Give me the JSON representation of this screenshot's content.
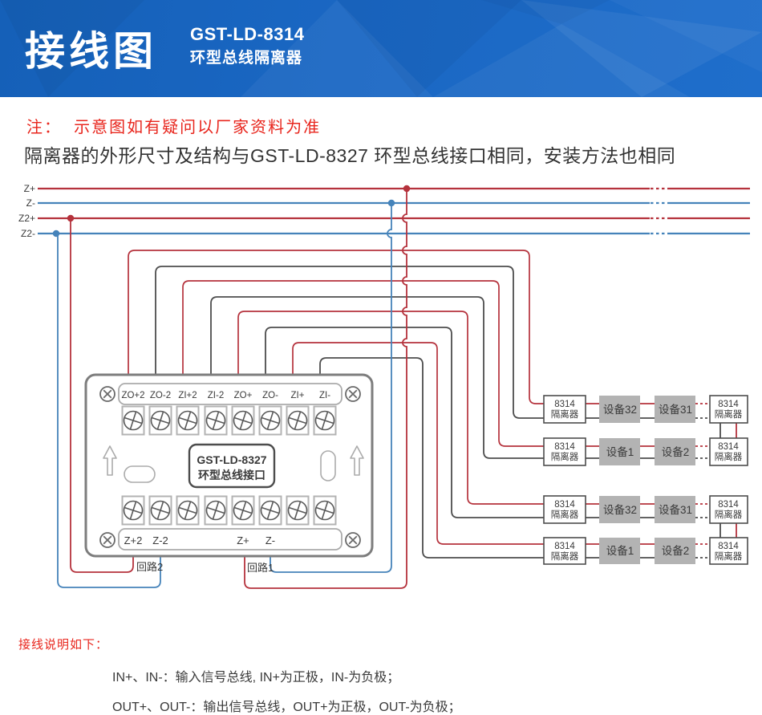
{
  "header": {
    "title": "接线图",
    "model": "GST-LD-8314",
    "subtitle": "环型总线隔离器"
  },
  "notes": {
    "warning": "注：  示意图如有疑问以厂家资料为准",
    "body": "隔离器的外形尺寸及结构与GST-LD-8327 环型总线接口相同，安装方法也相同"
  },
  "bus_labels": [
    "Z+",
    "Z-",
    "Z2+",
    "Z2-"
  ],
  "device": {
    "top_terminals": [
      "ZO+2",
      "ZO-2",
      "ZI+2",
      "ZI-2",
      "ZO+",
      "ZO-",
      "ZI+",
      "ZI-"
    ],
    "bottom_terminals": [
      "Z+2",
      "Z-2",
      "Z+",
      "Z-"
    ],
    "name_line1": "GST-LD-8327",
    "name_line2": "环型总线接口"
  },
  "loop_labels": {
    "loop2": "回路2",
    "loop1": "回路1"
  },
  "isolator": {
    "line1": "8314",
    "line2": "隔离器"
  },
  "chains": [
    {
      "devices": [
        "设备32",
        "设备31"
      ]
    },
    {
      "devices": [
        "设备1",
        "设备2"
      ]
    },
    {
      "devices": [
        "设备32",
        "设备31"
      ]
    },
    {
      "devices": [
        "设备1",
        "设备2"
      ]
    }
  ],
  "legend": {
    "heading": "接线说明如下：",
    "lines": [
      "IN+、IN-：输入信号总线, IN+为正极，IN-为负极；",
      "OUT+、OUT-：输出信号总线，OUT+为正极，OUT-为负极；"
    ]
  },
  "colors": {
    "header_blue": "#1a67c3",
    "wire_red": "#b5323c",
    "wire_blue": "#4583ba",
    "wire_dark": "#4d4d4d",
    "device_gray": "#b3b3b3",
    "note_red": "#e8251c"
  }
}
